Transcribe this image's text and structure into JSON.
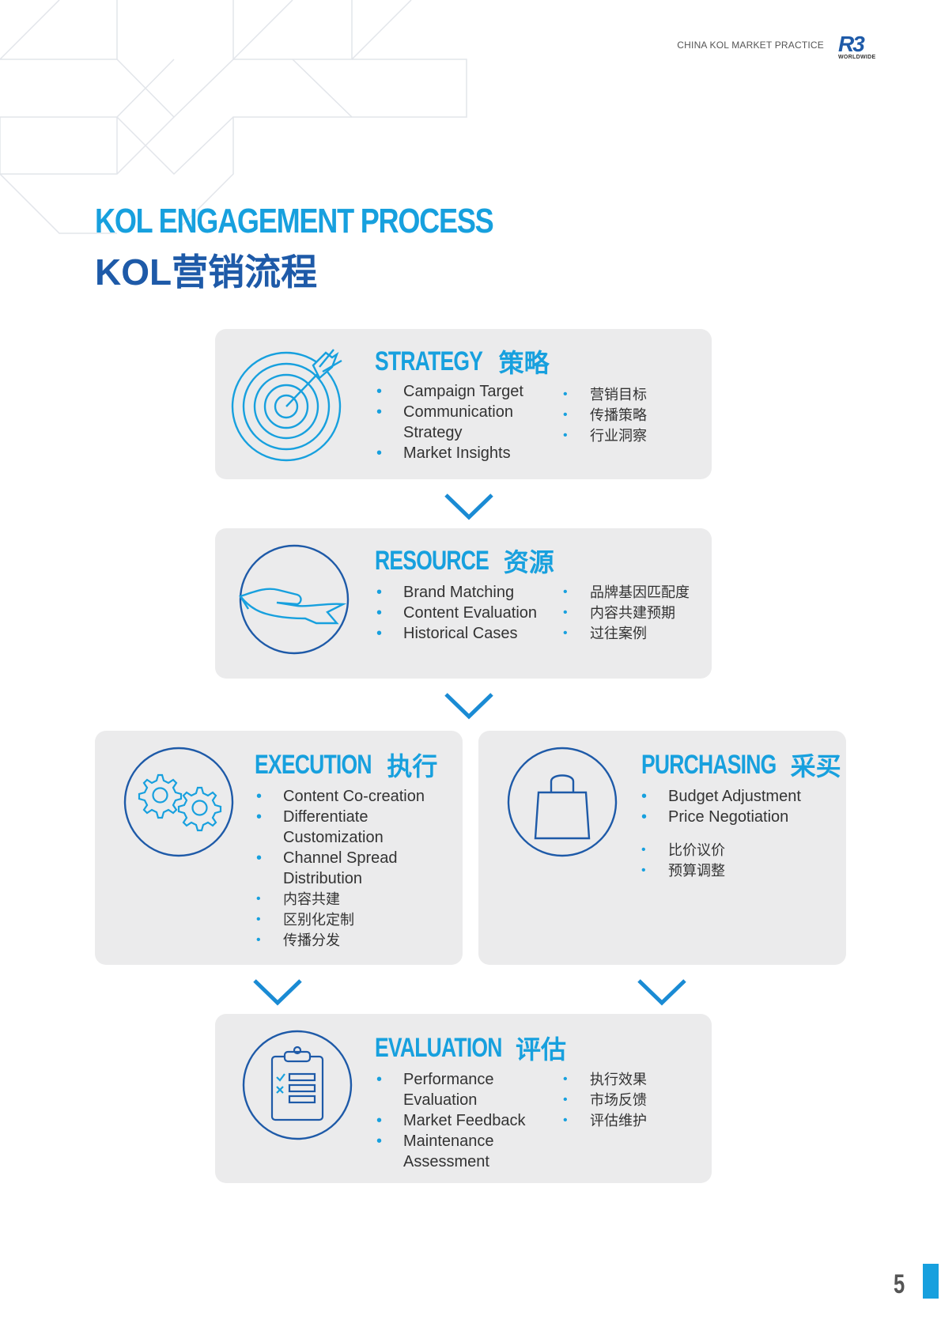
{
  "header": {
    "label": "CHINA KOL MARKET PRACTICE",
    "logo_mark": "R3",
    "logo_sub": "WORLDWIDE"
  },
  "title": {
    "en": "KOL ENGAGEMENT PROCESS",
    "zh": "KOL营销流程"
  },
  "colors": {
    "accent": "#17a0de",
    "navy": "#1e5aa8",
    "card": "#ebebec"
  },
  "steps": {
    "strategy": {
      "icon": "target-icon",
      "title_en": "STRATEGY",
      "title_zh": "策略",
      "items_en": [
        "Campaign Target",
        "Communication\nStrategy",
        "Market Insights"
      ],
      "items_zh": [
        "营销目标",
        "传播策略",
        "行业洞察"
      ]
    },
    "resource": {
      "icon": "hand-icon",
      "title_en": "RESOURCE",
      "title_zh": "资源",
      "items_en": [
        "Brand Matching",
        "Content Evaluation",
        "Historical Cases"
      ],
      "items_zh": [
        "品牌基因匹配度",
        "内容共建预期",
        "过往案例"
      ]
    },
    "execution": {
      "icon": "gears-icon",
      "title_en": "EXECUTION",
      "title_zh": "执行",
      "items_en": [
        "Content Co-creation",
        "Differentiate\nCustomization",
        "Channel Spread\nDistribution"
      ],
      "items_zh": [
        "内容共建",
        "区别化定制",
        "传播分发"
      ]
    },
    "purchasing": {
      "icon": "shopping-bag-icon",
      "title_en": "PURCHASING",
      "title_zh": "采买",
      "items_en": [
        "Budget Adjustment",
        "Price Negotiation"
      ],
      "items_zh": [
        "比价议价",
        "预算调整"
      ]
    },
    "evaluation": {
      "icon": "clipboard-icon",
      "title_en": "EVALUATION",
      "title_zh": "评估",
      "items_en": [
        "Performance\nEvaluation",
        "Market Feedback",
        "Maintenance\nAssessment"
      ],
      "items_zh": [
        "执行效果",
        "市场反馈",
        "评估维护"
      ]
    }
  },
  "footer": {
    "page_number": "5"
  }
}
